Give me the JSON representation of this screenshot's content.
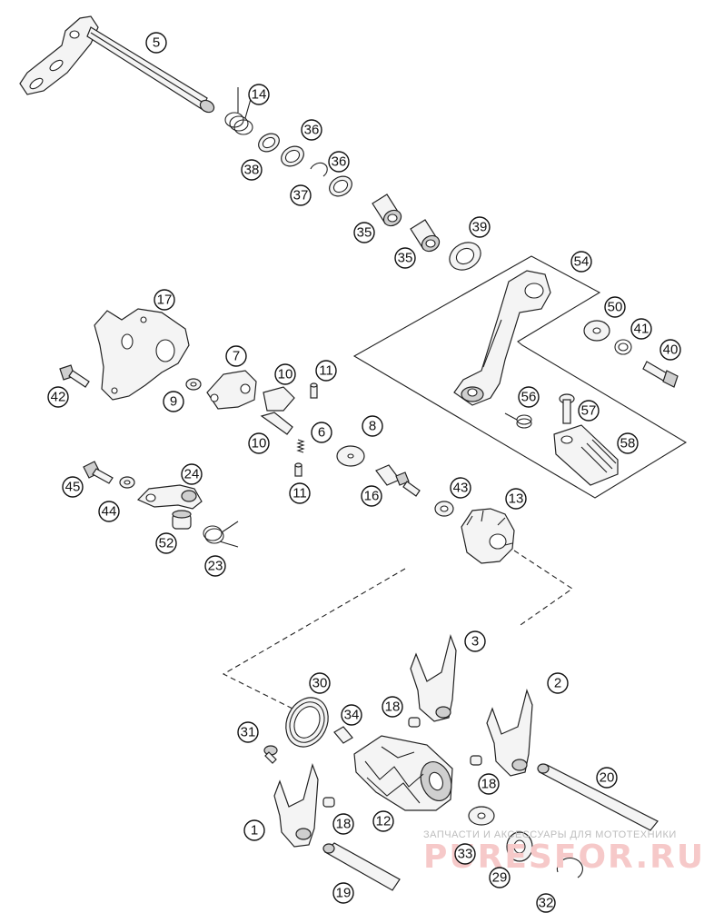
{
  "callouts": [
    {
      "id": "c5",
      "label": "5"
    },
    {
      "id": "c14",
      "label": "14"
    },
    {
      "id": "c36a",
      "label": "36"
    },
    {
      "id": "c38",
      "label": "38"
    },
    {
      "id": "c36b",
      "label": "36"
    },
    {
      "id": "c37",
      "label": "37"
    },
    {
      "id": "c35a",
      "label": "35"
    },
    {
      "id": "c35b",
      "label": "35"
    },
    {
      "id": "c39",
      "label": "39"
    },
    {
      "id": "c54",
      "label": "54"
    },
    {
      "id": "c17",
      "label": "17"
    },
    {
      "id": "c50",
      "label": "50"
    },
    {
      "id": "c41",
      "label": "41"
    },
    {
      "id": "c40",
      "label": "40"
    },
    {
      "id": "c7",
      "label": "7"
    },
    {
      "id": "c10a",
      "label": "10"
    },
    {
      "id": "c11a",
      "label": "11"
    },
    {
      "id": "c42",
      "label": "42"
    },
    {
      "id": "c9",
      "label": "9"
    },
    {
      "id": "c56",
      "label": "56"
    },
    {
      "id": "c57",
      "label": "57"
    },
    {
      "id": "c6",
      "label": "6"
    },
    {
      "id": "c8",
      "label": "8"
    },
    {
      "id": "c10b",
      "label": "10"
    },
    {
      "id": "c58",
      "label": "58"
    },
    {
      "id": "c24",
      "label": "24"
    },
    {
      "id": "c45",
      "label": "45"
    },
    {
      "id": "c11b",
      "label": "11"
    },
    {
      "id": "c16",
      "label": "16"
    },
    {
      "id": "c43",
      "label": "43"
    },
    {
      "id": "c13",
      "label": "13"
    },
    {
      "id": "c44",
      "label": "44"
    },
    {
      "id": "c52",
      "label": "52"
    },
    {
      "id": "c23",
      "label": "23"
    },
    {
      "id": "c3",
      "label": "3"
    },
    {
      "id": "c30",
      "label": "30"
    },
    {
      "id": "c2",
      "label": "2"
    },
    {
      "id": "c34",
      "label": "34"
    },
    {
      "id": "c18a",
      "label": "18"
    },
    {
      "id": "c31",
      "label": "31"
    },
    {
      "id": "c20",
      "label": "20"
    },
    {
      "id": "c18b",
      "label": "18"
    },
    {
      "id": "c1",
      "label": "1"
    },
    {
      "id": "c18c",
      "label": "18"
    },
    {
      "id": "c12",
      "label": "12"
    },
    {
      "id": "c33",
      "label": "33"
    },
    {
      "id": "c29",
      "label": "29"
    },
    {
      "id": "c19",
      "label": "19"
    },
    {
      "id": "c32",
      "label": "32"
    }
  ],
  "watermark": {
    "caption": "ЗАПЧАСТИ И АКСЕССУАРЫ ДЛЯ МОТОТЕХНИКИ",
    "brand": "PURESFOR.RU"
  }
}
